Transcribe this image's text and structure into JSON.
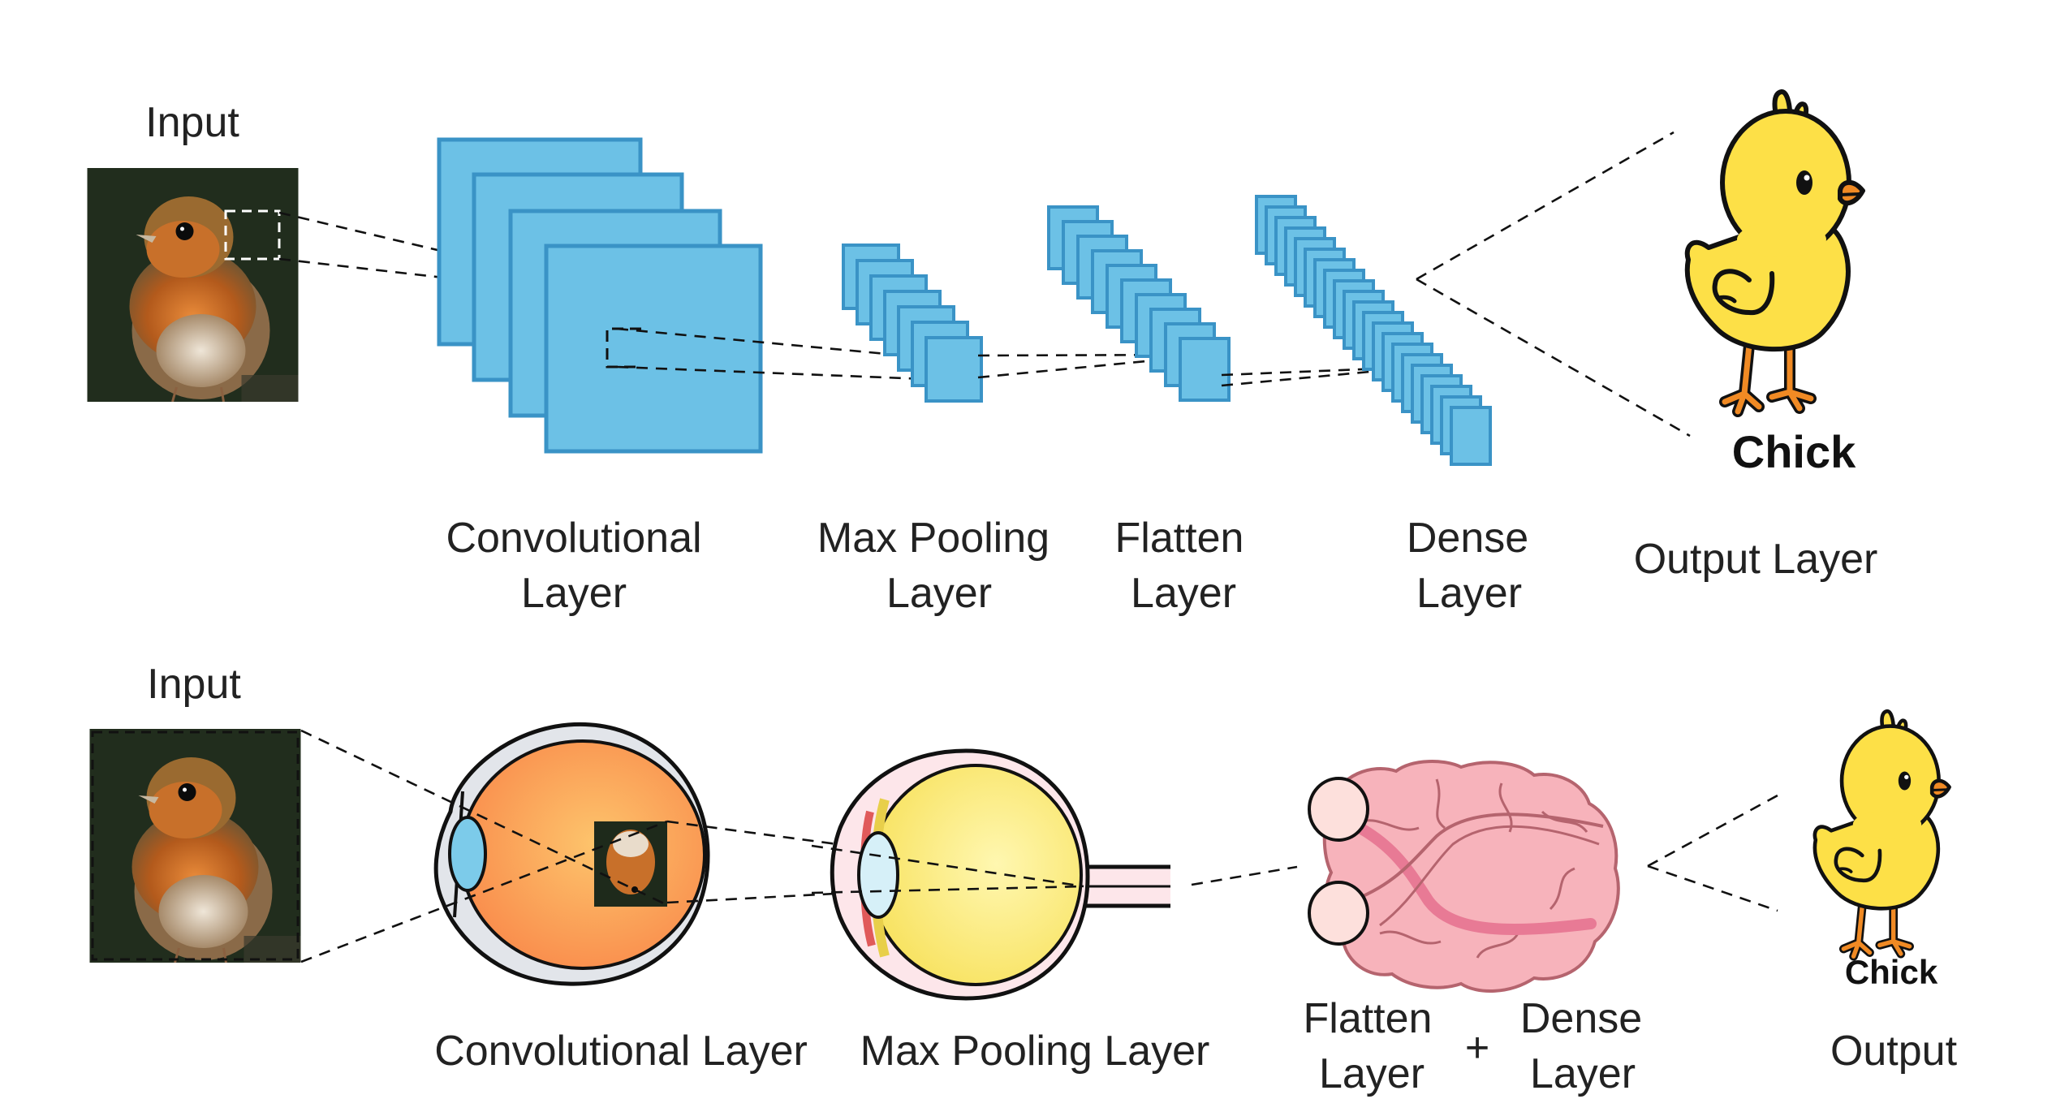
{
  "title": "CNN vs Human Visual System",
  "colors": {
    "feature_map_fill": "#6cc1e6",
    "feature_map_border": "#3a93c6",
    "chick_yellow": "#fde047",
    "chick_orange": "#f08a24",
    "eye1_fill": "#fba05c",
    "eye2_fill": "#fbeb7a",
    "lens_blue": "#7ccbea",
    "brain_pink": "#f7b3bb",
    "photo_bg": "#1f2a1c"
  },
  "top_row": {
    "input_label": "Input",
    "layers": [
      {
        "id": "conv",
        "line1": "Convolutional",
        "line2": "Layer"
      },
      {
        "id": "maxpool",
        "line1": "Max Pooling",
        "line2": "Layer"
      },
      {
        "id": "flatten",
        "line1": "Flatten",
        "line2": "Layer"
      },
      {
        "id": "dense",
        "line1": "Dense",
        "line2": "Layer"
      }
    ],
    "output_label": "Output Layer",
    "prediction": "Chick",
    "icons": {
      "input": "robin-photo-icon",
      "conv": "feature-map-stack-icon",
      "maxpool": "pooled-map-stack-icon",
      "flatten": "flatten-stack-icon",
      "dense": "dense-stack-icon",
      "output": "chick-icon"
    }
  },
  "bottom_row": {
    "input_label": "Input",
    "conv_label": "Convolutional Layer",
    "maxpool_label": "Max Pooling Layer",
    "flatten": {
      "line1": "Flatten",
      "line2": "Layer"
    },
    "plus": "+",
    "dense": {
      "line1": "Dense",
      "line2": "Layer"
    },
    "output_label": "Output",
    "prediction": "Chick",
    "icons": {
      "input": "robin-photo-icon",
      "conv": "eyeball-retina-icon",
      "maxpool": "eyeball-optic-nerve-icon",
      "flatten_dense": "brain-icon",
      "output": "chick-icon"
    }
  }
}
